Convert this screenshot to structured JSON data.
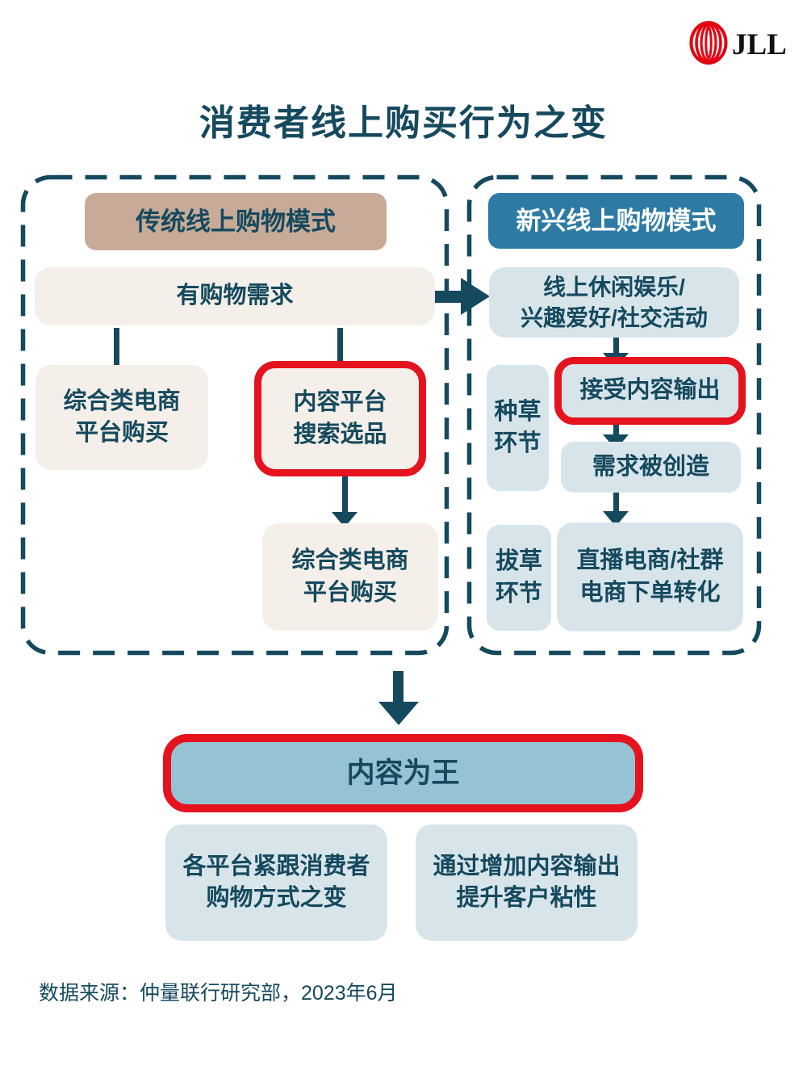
{
  "logo": {
    "text": "JLL"
  },
  "title": "消费者线上购买行为之变",
  "colors": {
    "dark_teal": "#15495e",
    "tan": "#c7ab98",
    "cream": "#f4efe8",
    "teal_header": "#2d7ba5",
    "light_blue": "#d7e5ea",
    "medium_blue": "#95c3d3",
    "red": "#e5131e",
    "logo_red": "#e30613",
    "logo_black": "#111111"
  },
  "flow": {
    "traditional": {
      "header": "传统线上购物模式",
      "need": "有购物需求",
      "platform_purchase": "综合类电商\n平台购买",
      "content_search": "内容平台\n搜索选品",
      "platform_purchase_2": "综合类电商\n平台购买"
    },
    "emerging": {
      "header": "新兴线上购物模式",
      "leisure": "线上休闲娱乐/\n兴趣爱好/社交活动",
      "seeding_stage": "种草\n环节",
      "receive_content": "接受内容输出",
      "demand_created": "需求被创造",
      "harvest_stage": "拔草\n环节",
      "conversion": "直播电商/社群\n电商下单转化"
    },
    "conclusion": {
      "headline": "内容为王",
      "point_left": "各平台紧跟消费者\n购物方式之变",
      "point_right": "通过增加内容输出\n提升客户粘性"
    }
  },
  "footer": {
    "source": "数据来源：仲量联行研究部，2023年6月"
  }
}
